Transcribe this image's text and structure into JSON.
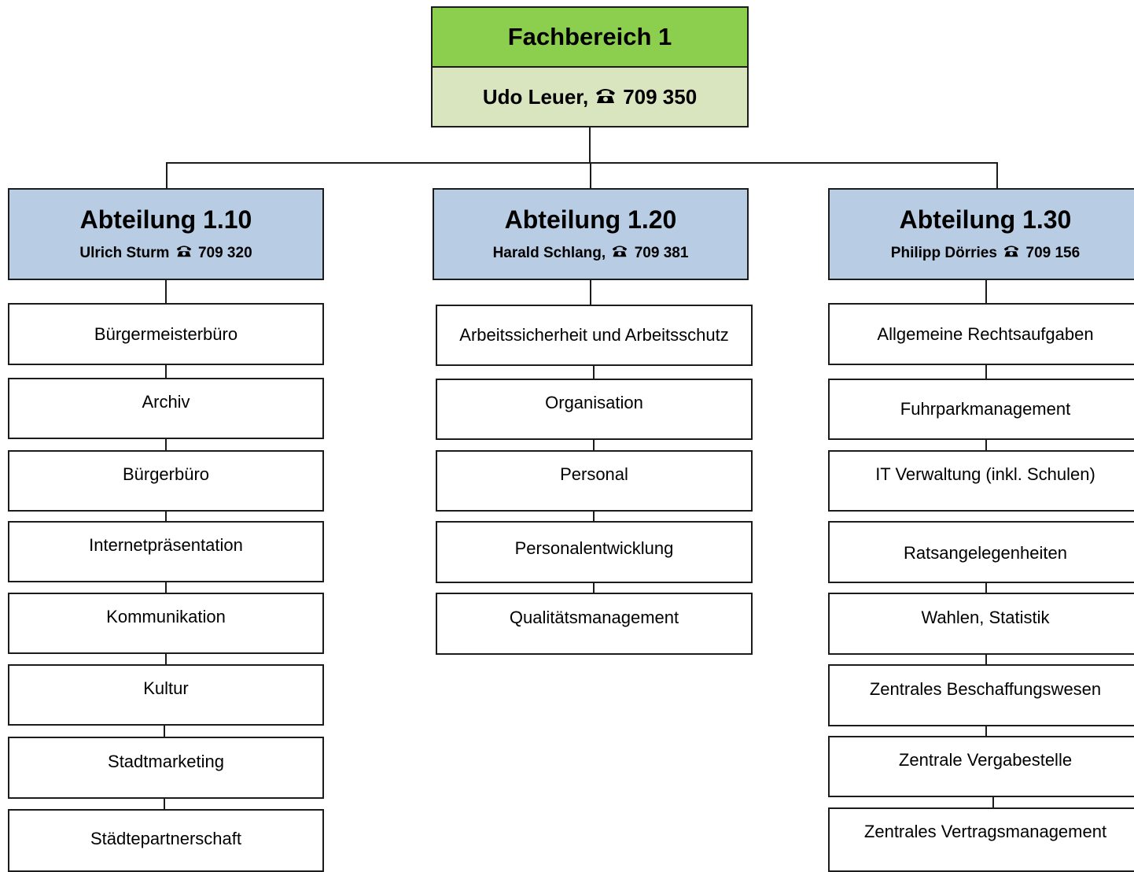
{
  "root": {
    "title": "Fachbereich 1",
    "head_name": "Udo Leuer,",
    "head_phone": "709 350"
  },
  "departments": [
    {
      "title": "Abteilung 1.10",
      "head_name": "Ulrich Sturm",
      "head_phone": "709 320",
      "units": [
        "Bürgermeisterbüro",
        "Archiv",
        "Bürgerbüro",
        "Internetpräsentation",
        "Kommunikation",
        "Kultur",
        "Stadtmarketing",
        "Städtepartnerschaft"
      ]
    },
    {
      "title": "Abteilung 1.20",
      "head_name": "Harald Schlang,",
      "head_phone": "709 381",
      "units": [
        "Arbeitssicherheit und Arbeitsschutz",
        "Organisation",
        "Personal",
        "Personalentwicklung",
        "Qualitätsmanagement"
      ]
    },
    {
      "title": "Abteilung 1.30",
      "head_name": "Philipp Dörries",
      "head_phone": "709 156",
      "units": [
        "Allgemeine Rechtsaufgaben",
        "Fuhrparkmanagement",
        "IT Verwaltung (inkl. Schulen)",
        "Ratsangelegenheiten",
        "Wahlen, Statistik",
        "Zentrales Beschaffungswesen",
        "Zentrale Vergabestelle",
        "Zentrales Vertragsmanagement"
      ]
    }
  ],
  "icons": {
    "phone": "telephone-icon"
  },
  "colors": {
    "root_title_bg": "#8ccf4f",
    "root_head_bg": "#d8e5be",
    "department_bg": "#b8cce4",
    "unit_bg": "#ffffff",
    "border": "#1c1c1c"
  }
}
